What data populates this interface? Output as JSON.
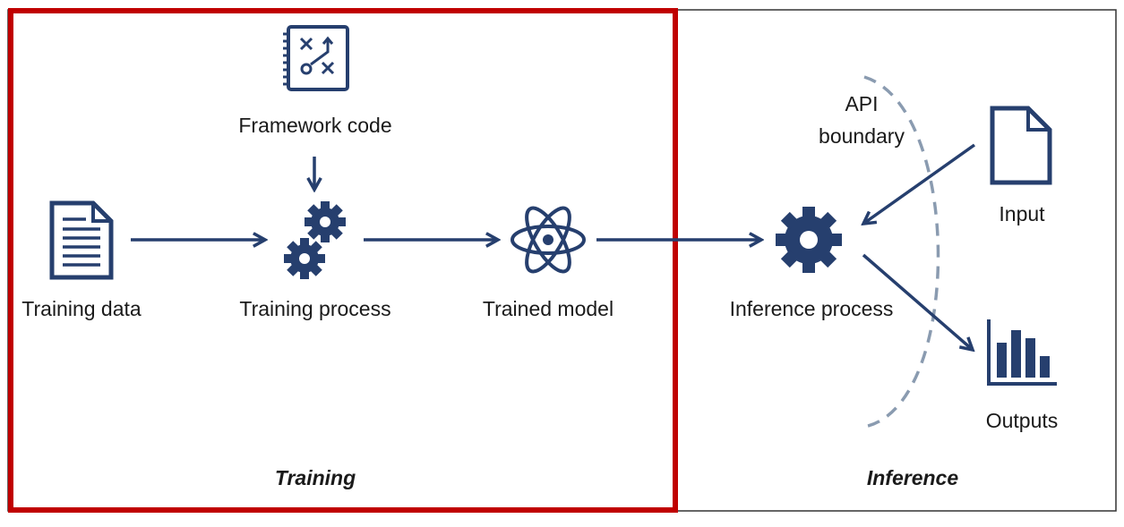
{
  "labels": {
    "framework_code": "Framework code",
    "training_data": "Training data",
    "training_process": "Training process",
    "trained_model": "Trained model",
    "inference_process": "Inference process",
    "api_line1": "API",
    "api_line2": "boundary",
    "input": "Input",
    "outputs": "Outputs"
  },
  "sections": {
    "training": "Training",
    "inference": "Inference"
  },
  "colors": {
    "icon": "#263f6e",
    "highlight_border": "#c00000",
    "outer_border": "#333333",
    "api_boundary": "#8a9bb0"
  },
  "icons": {
    "framework_code": "code-notebook-icon",
    "training_data": "document-icon",
    "training_process": "gears-icon",
    "trained_model": "atom-icon",
    "inference_process": "gear-icon",
    "input": "file-icon",
    "outputs": "bar-chart-icon"
  }
}
